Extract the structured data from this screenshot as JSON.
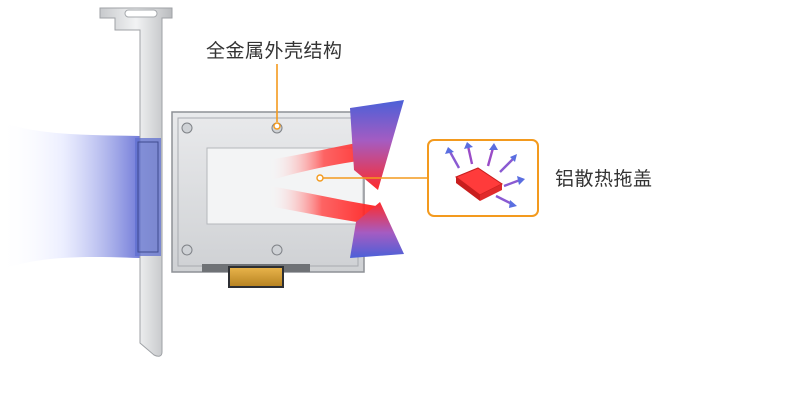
{
  "labels": {
    "full_metal_structure": "全金属外壳结构",
    "aluminum_heatsink_cover": "铝散热拖盖"
  },
  "colors": {
    "callout": "#f39a1e",
    "airflow_cool": "#6a74d6",
    "airflow_hot": "#ff2a2a",
    "bracket_metal": "#d9dbdd",
    "pcb_gold": "#d7a13c"
  },
  "icons": {
    "heat-dissipation-icon": "red heat plate with arrows"
  }
}
